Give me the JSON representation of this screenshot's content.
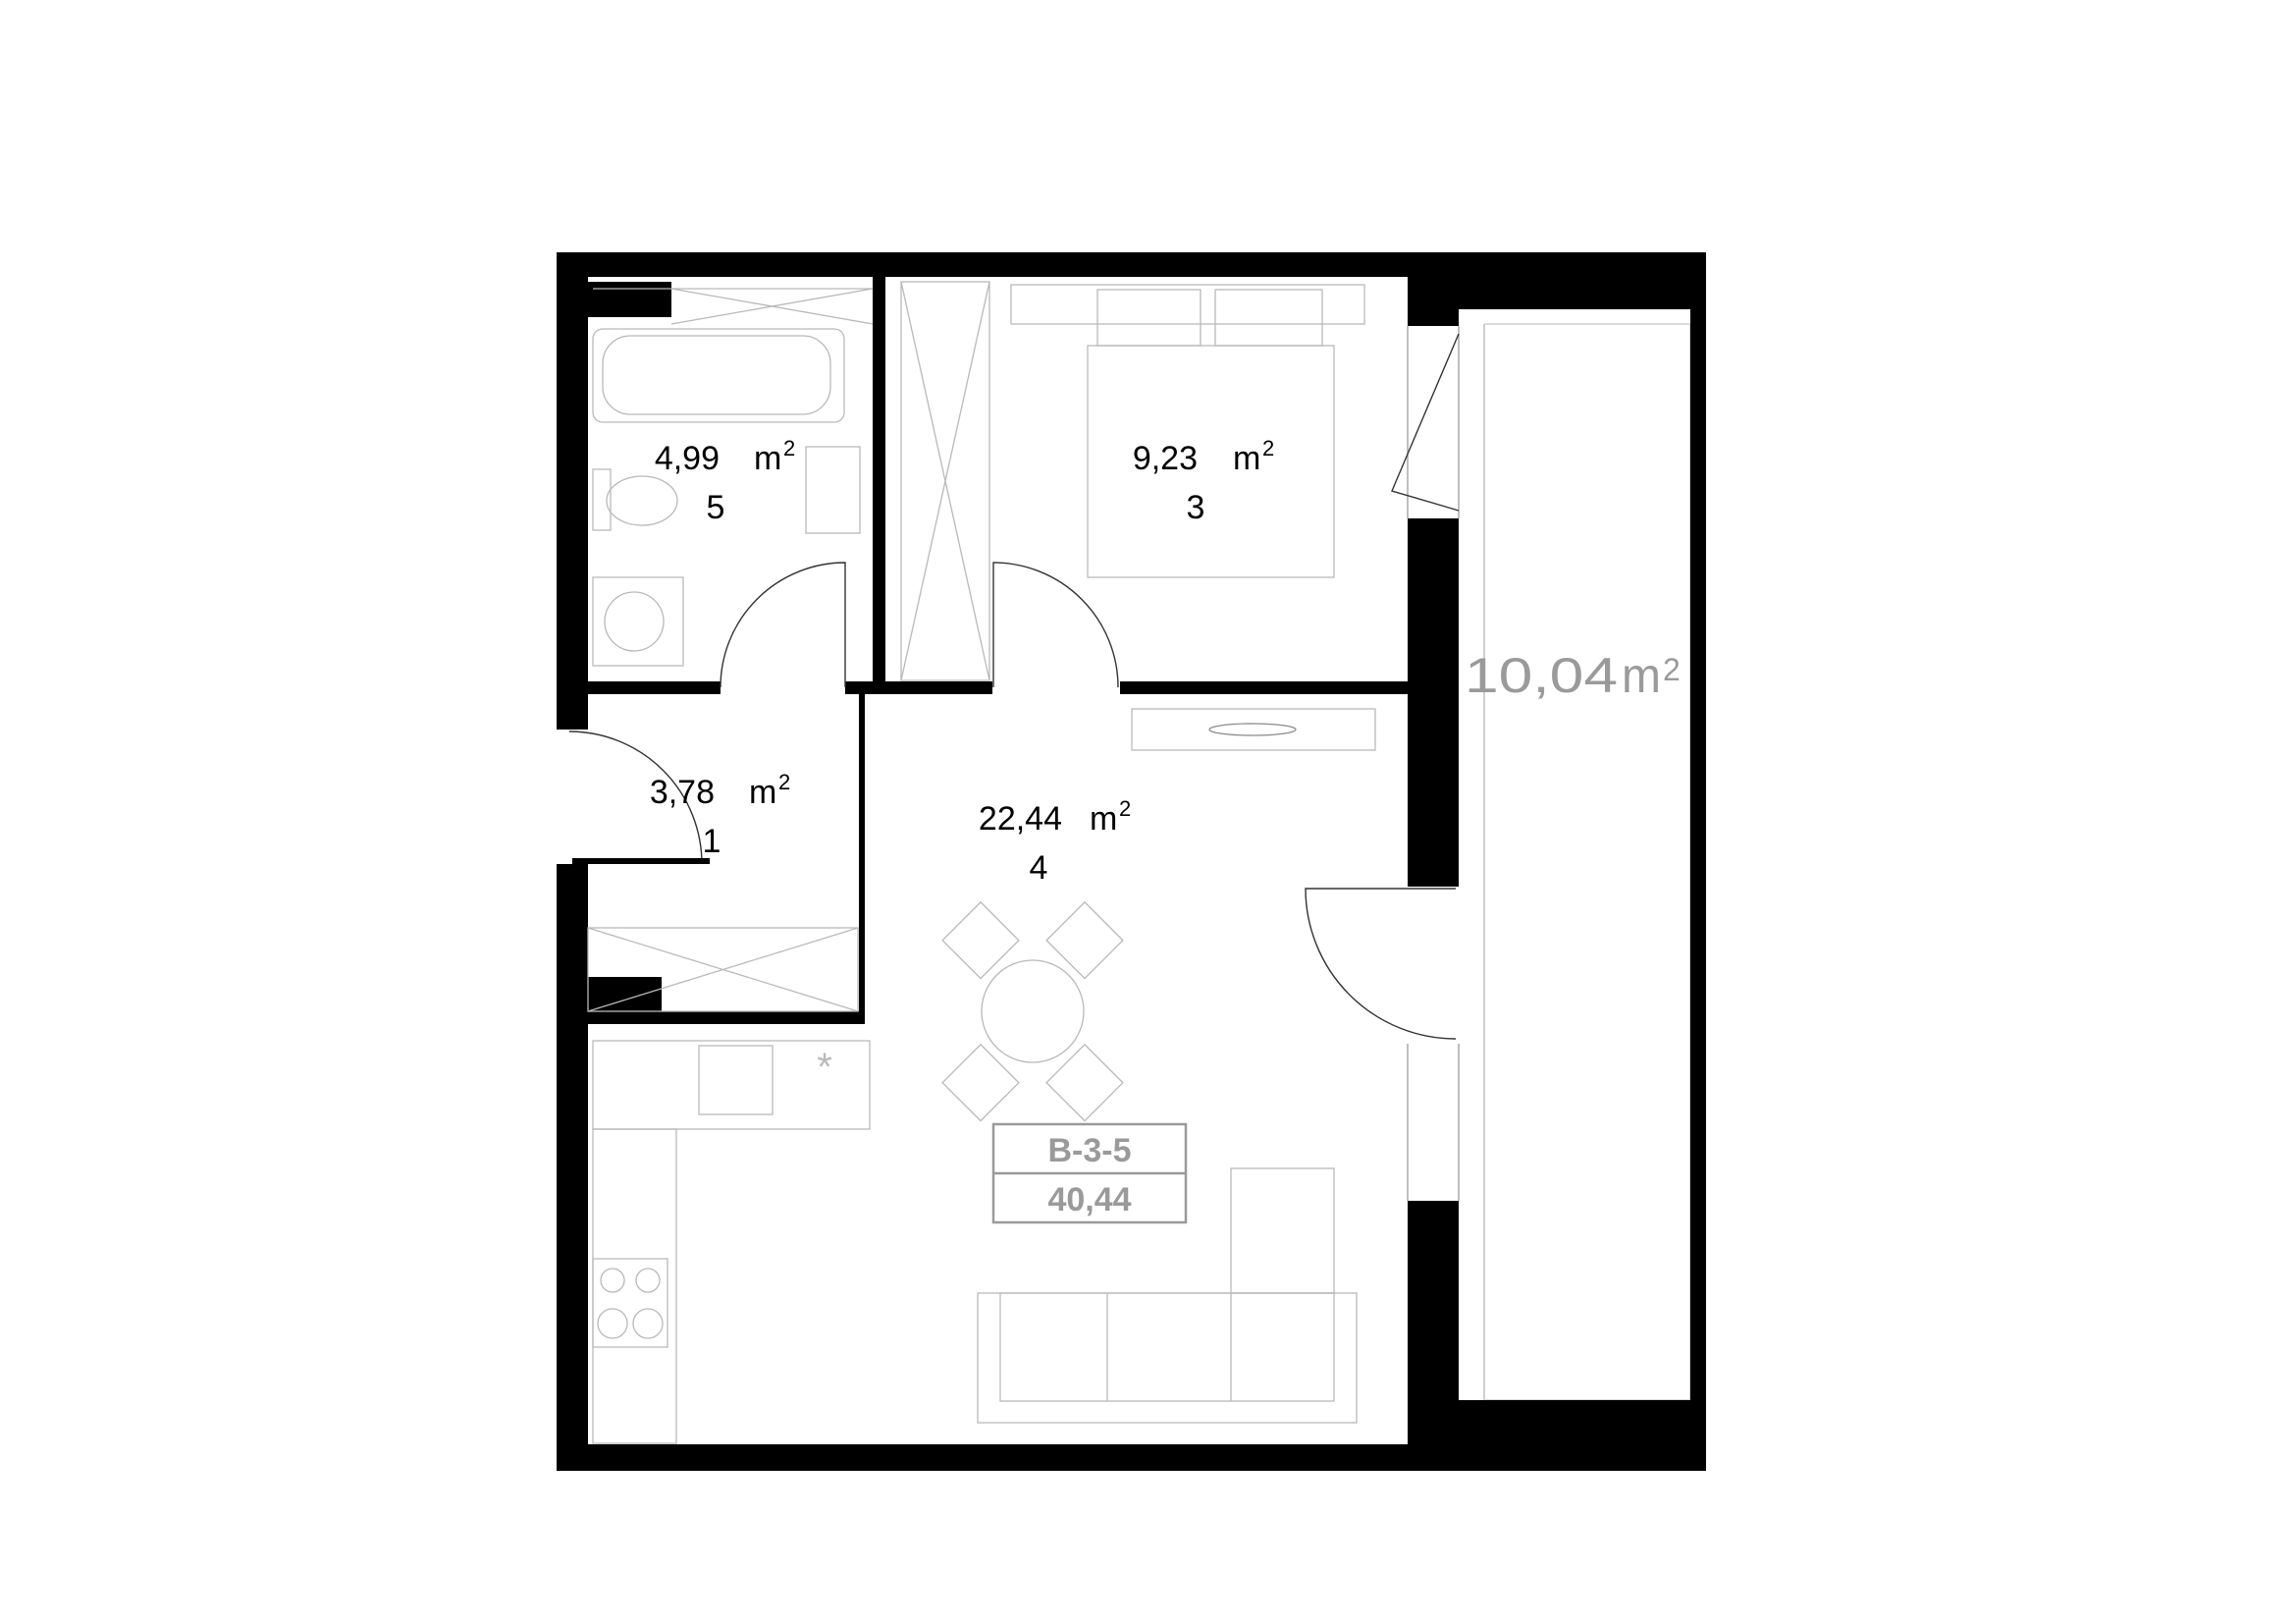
{
  "rooms": [
    {
      "id": "bathroom",
      "area": "4,99",
      "unit": "m",
      "sup": "2",
      "number": "5"
    },
    {
      "id": "bedroom",
      "area": "9,23",
      "unit": "m",
      "sup": "2",
      "number": "3"
    },
    {
      "id": "hall",
      "area": "3,78",
      "unit": "m",
      "sup": "2",
      "number": "1"
    },
    {
      "id": "living",
      "area": "22,44",
      "unit": "m",
      "sup": "2",
      "number": "4"
    }
  ],
  "balcony": {
    "area": "10,04",
    "unit": "m",
    "sup": "2"
  },
  "unit": {
    "code": "B-3-5",
    "total_area": "40,44"
  },
  "colors": {
    "wall": "#000000",
    "furniture": "#b9b9b9",
    "balcony_text": "#9a9a9a",
    "unit_label": "#9a9a9a"
  }
}
